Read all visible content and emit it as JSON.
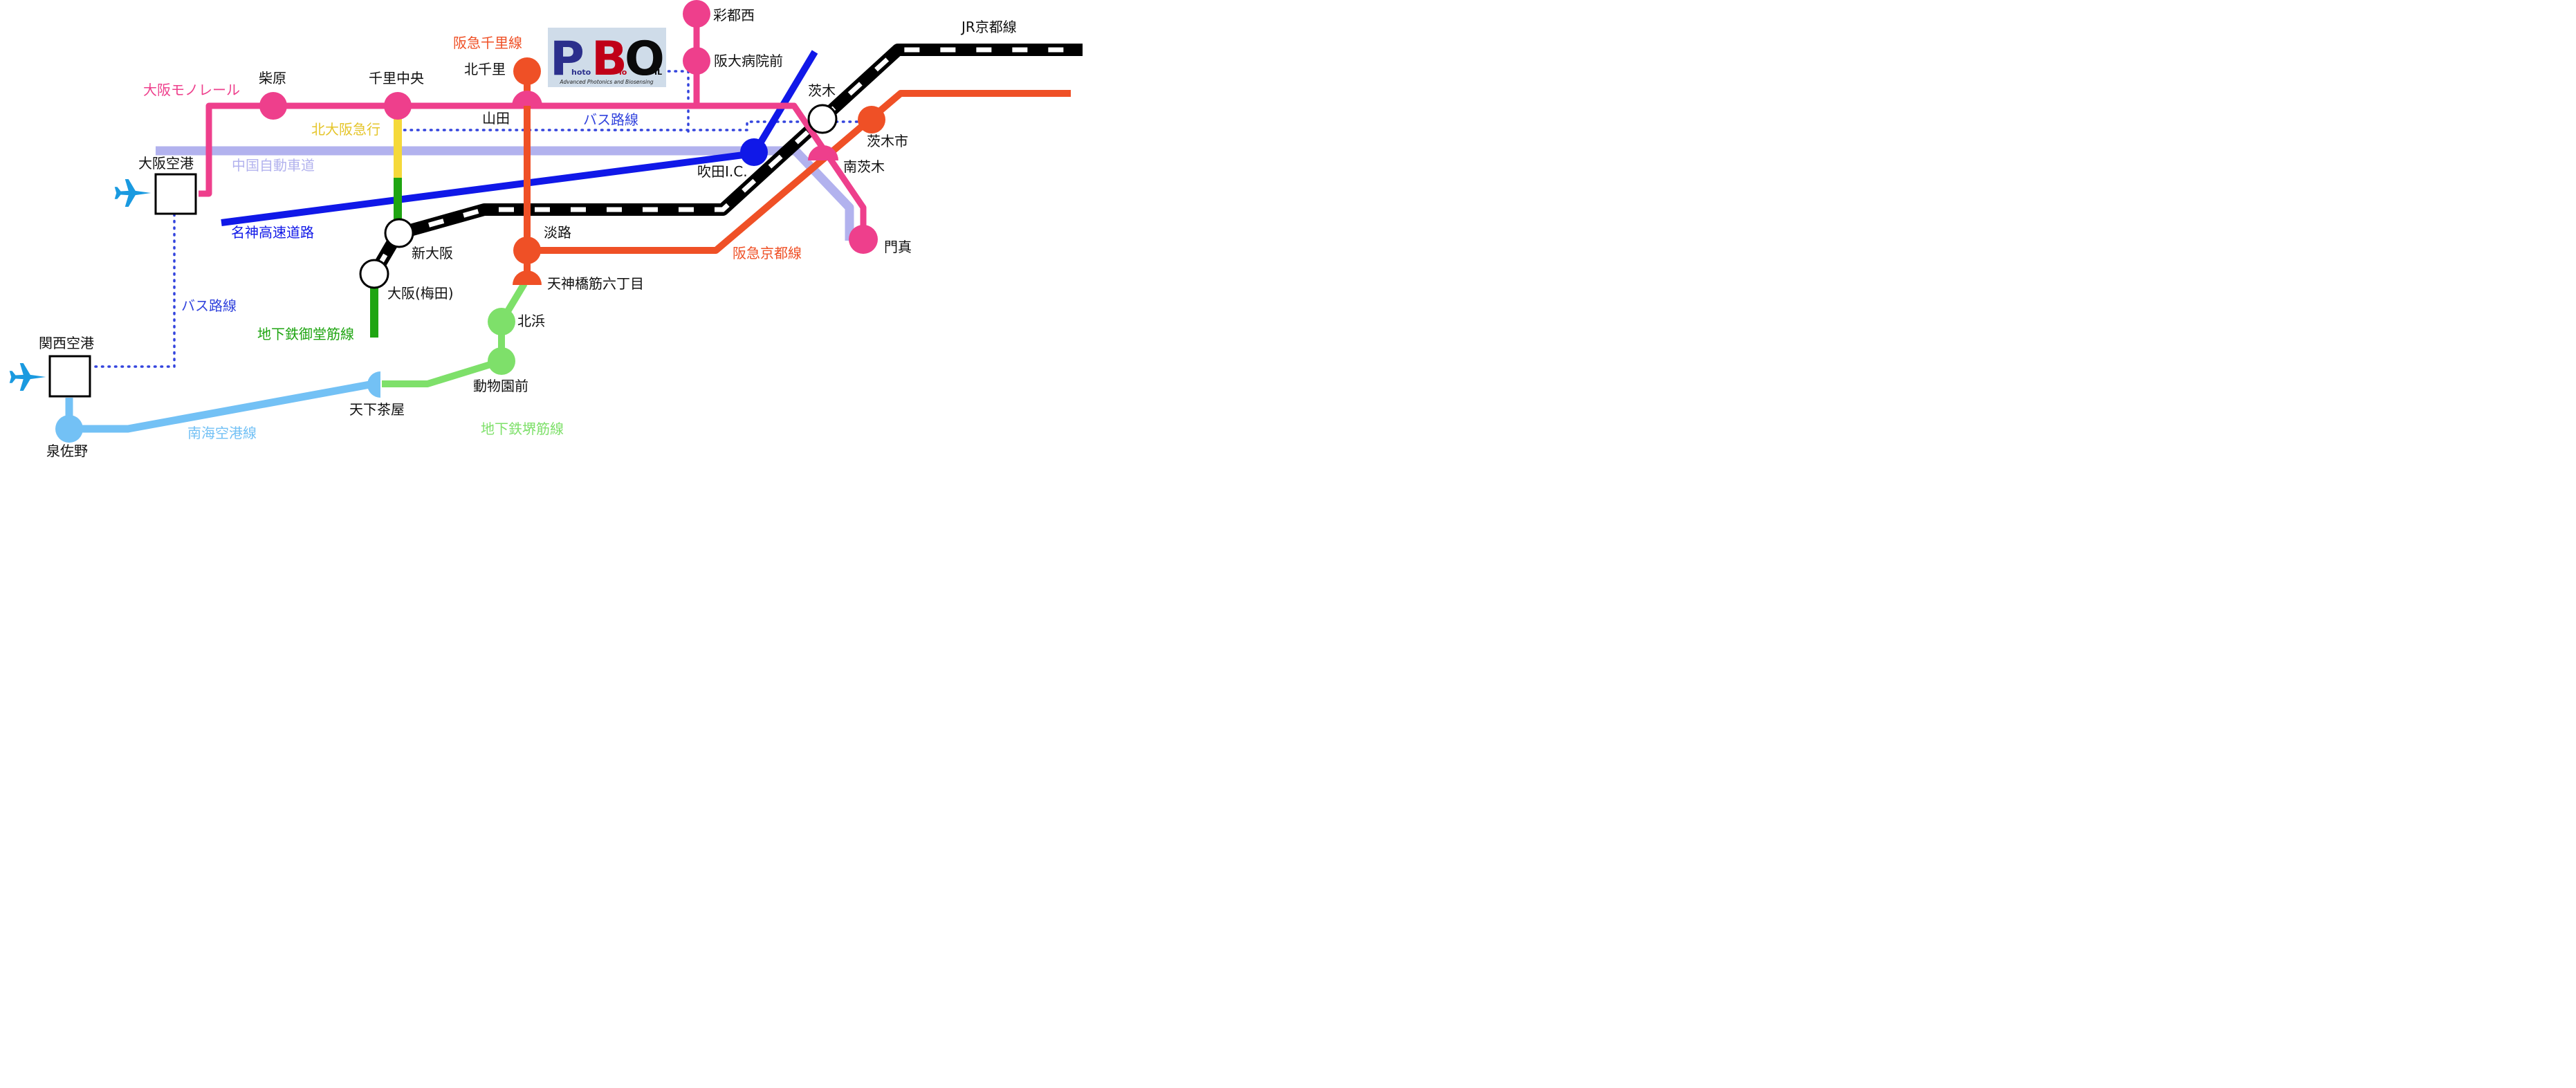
{
  "colors": {
    "monorail": "#ee3f8c",
    "hankyu": "#ef5026",
    "jr": "#000000",
    "meishin": "#1018e8",
    "chugoku": "#b2b2ee",
    "kitaosaka": "#f5d93a",
    "midosuji": "#1fa512",
    "sakaisuji": "#7ee06a",
    "nankai": "#73c1f5",
    "bus": "#3344dd",
    "airplane": "#1a9ae0"
  },
  "icons": {
    "airport": "airplane-icon",
    "station": "circle-marker"
  },
  "logo": {
    "letters": [
      "P",
      "B",
      "O"
    ],
    "small": [
      "hoto",
      "io",
      "IL"
    ],
    "tagline": "Advanced Photonics and Biosensing"
  },
  "lines": {
    "monorail": "大阪モノレール",
    "hankyu_senri": "阪急千里線",
    "hankyu_kyoto": "阪急京都線",
    "jr_kyoto": "JR京都線",
    "kitaosaka": "北大阪急行",
    "midosuji": "地下鉄御堂筋線",
    "sakaisuji": "地下鉄堺筋線",
    "nankai": "南海空港線",
    "meishin": "名神高速道路",
    "chugoku": "中国自動車道",
    "bus_top": "バス路線",
    "bus_left": "バス路線"
  },
  "stations": {
    "saitonishi": "彩都西",
    "handai": "阪大病院前",
    "shibahara": "柴原",
    "senrichuo": "千里中央",
    "kitasenri": "北千里",
    "yamada": "山田",
    "ibaraki": "茨木",
    "ibarakishi": "茨木市",
    "minamiibaraki": "南茨木",
    "suita_ic": "吹田I.C.",
    "kadoma": "門真",
    "osaka_airport": "大阪空港",
    "kansai_airport": "関西空港",
    "shinosaka": "新大阪",
    "umeda": "大阪(梅田)",
    "awaji": "淡路",
    "tenjinbashi": "天神橋筋六丁目",
    "kitahama": "北浜",
    "dobutsuenmae": "動物園前",
    "tengachaya": "天下茶屋",
    "izumisano": "泉佐野"
  }
}
